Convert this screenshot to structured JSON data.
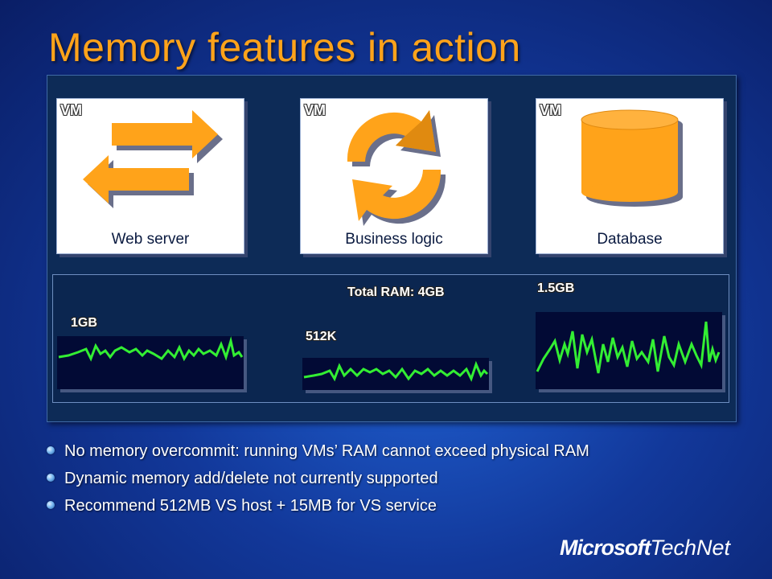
{
  "slide": {
    "title": "Memory features in action"
  },
  "vms": [
    {
      "tag": "VM",
      "label": "Web server",
      "icon": "swap-arrows-icon"
    },
    {
      "tag": "VM",
      "label": "Business logic",
      "icon": "refresh-cycle-icon"
    },
    {
      "tag": "VM",
      "label": "Database",
      "icon": "database-icon"
    }
  ],
  "ram": {
    "total_label": "Total RAM: 4GB",
    "graphs": [
      {
        "label": "1GB"
      },
      {
        "label": "512K"
      },
      {
        "label": "1.5GB"
      }
    ]
  },
  "bullets": [
    "No memory overcommit: running VMs’ RAM cannot exceed physical RAM",
    "Dynamic memory add/delete not currently supported",
    "Recommend 512MB VS host + 15MB for VS service"
  ],
  "branding": {
    "brand": "Microsoft",
    "product": "TechNet"
  },
  "colors": {
    "title": "#ffa31a",
    "icon_orange": "#ffa31a",
    "graph_line": "#33ee33"
  }
}
